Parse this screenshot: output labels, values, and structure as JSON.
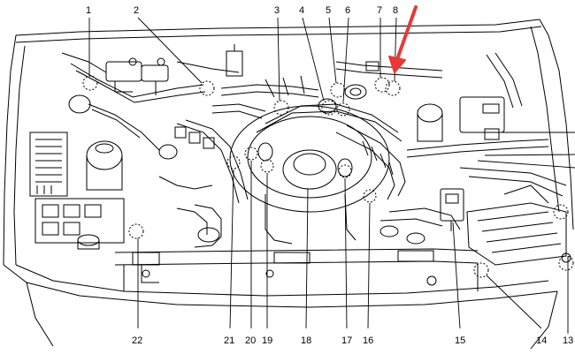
{
  "diagram": {
    "callout_labels": {
      "c1": "1",
      "c2": "2",
      "c3": "3",
      "c4": "4",
      "c5": "5",
      "c6": "6",
      "c7": "7",
      "c8": "8",
      "c13": "13",
      "c14": "14",
      "c15": "15",
      "c16": "16",
      "c17": "17",
      "c18": "18",
      "c19": "19",
      "c20": "20",
      "c21": "21",
      "c22": "22"
    },
    "colors": {
      "line": "#000000",
      "arrow": "#e53935",
      "background": "#ffffff"
    }
  }
}
